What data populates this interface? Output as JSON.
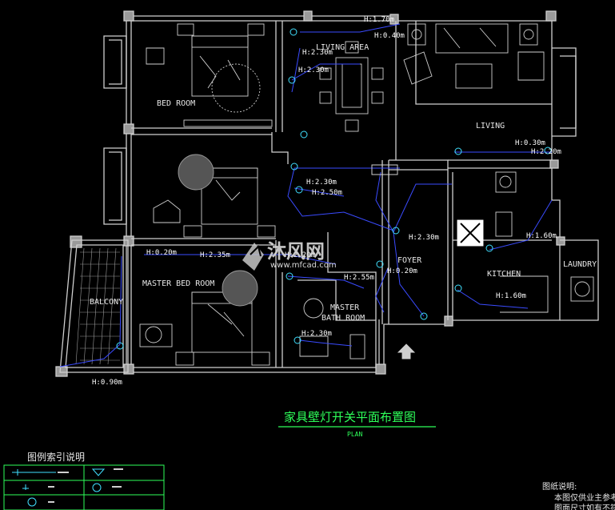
{
  "rooms": {
    "bed_room": "BED ROOM",
    "living_area": "LIVING AREA",
    "living": "LIVING",
    "master_bed_room": "MASTER BED ROOM",
    "balcony": "BALCONY",
    "foyer": "FOYER",
    "kitchen": "KITCHEN",
    "laundry": "LAUNDRY",
    "master_bath_line1": "MASTER",
    "master_bath_line2": "BATH ROOM"
  },
  "heights": [
    "H:1.70m",
    "H:0.40m",
    "H:2.30m",
    "H:2.30m",
    "H:0.30m",
    "H:2.20m",
    "H:2.30m",
    "H:2.50m",
    "H:2.30m",
    "H:1.60m",
    "H:0.20m",
    "H:2.35m",
    "H:2.20m",
    "H:0.20m",
    "H:2.55m",
    "H:1.60m",
    "H:2.30m",
    "H:0.90m"
  ],
  "watermark": {
    "brand": "沐风网",
    "url": "www.mfcad.com"
  },
  "title": {
    "main": "家具壁灯开关平面布置图",
    "sub": "PLAN"
  },
  "legend": {
    "heading": "图例索引说明"
  },
  "notes": {
    "heading": "图纸说明:",
    "line1": "本图仅供业主参考",
    "line2": "图面尺寸如有不符"
  },
  "colors": {
    "walls": "#cfcfcf",
    "wiring": "#3a4bff",
    "title": "#2eff5a",
    "legend_border": "#2eff5a",
    "fixture": "#40e0ff"
  }
}
